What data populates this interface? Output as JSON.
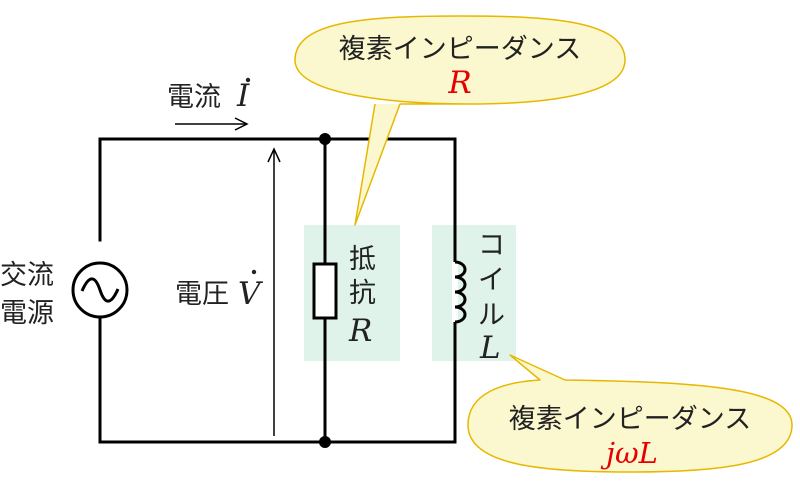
{
  "colors": {
    "wire": "#000000",
    "highlight": "#dff3ea",
    "callout_fill": "#fbf7cf",
    "callout_stroke": "#e6b800",
    "math_red": "#e60000",
    "text": "#222222"
  },
  "current": {
    "label": "電流",
    "symbol": "I"
  },
  "source": {
    "label_line1": "交流",
    "label_line2": "電源",
    "icon": "ac-source-icon"
  },
  "voltage": {
    "label": "電圧",
    "symbol": "V"
  },
  "resistor": {
    "label_line1": "抵",
    "label_line2": "抗",
    "symbol": "R",
    "icon": "resistor-icon"
  },
  "coil": {
    "label_line1": "コ",
    "label_line2": "イ",
    "label_line3": "ル",
    "symbol": "L",
    "icon": "inductor-icon"
  },
  "callout_resistor": {
    "title": "複素インピーダンス",
    "formula": "R"
  },
  "callout_coil": {
    "title": "複素インピーダンス",
    "formula": "jωL"
  }
}
